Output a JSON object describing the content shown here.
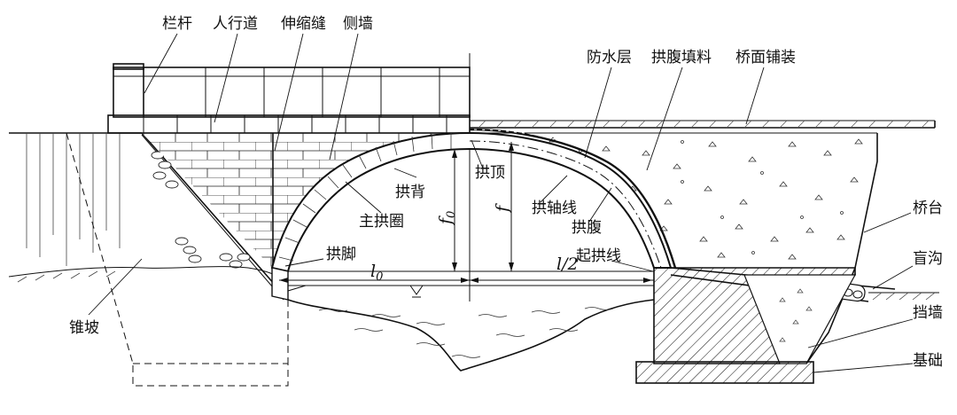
{
  "labels": {
    "railing": "栏杆",
    "sidewalk": "人行道",
    "expansion_joint": "伸缩缝",
    "side_wall": "侧墙",
    "waterproof_layer": "防水层",
    "spandrel_fill": "拱腹填料",
    "deck_pavement": "桥面铺装",
    "arch_back": "拱背",
    "arch_crown": "拱顶",
    "main_arch_ring": "主拱圈",
    "arch_axis": "拱轴线",
    "arch_soffit": "拱腹",
    "abutment": "桥台",
    "arch_foot": "拱脚",
    "springing_line": "起拱线",
    "blind_ditch": "盲沟",
    "cone_slope": "锥坡",
    "retaining_wall": "挡墙",
    "foundation": "基础"
  },
  "dims": {
    "f0": "f",
    "f0_sub": "0",
    "f": "f",
    "l0": "l",
    "l0_sub": "0",
    "half_l": "l",
    "half_l_suffix": "/2"
  }
}
